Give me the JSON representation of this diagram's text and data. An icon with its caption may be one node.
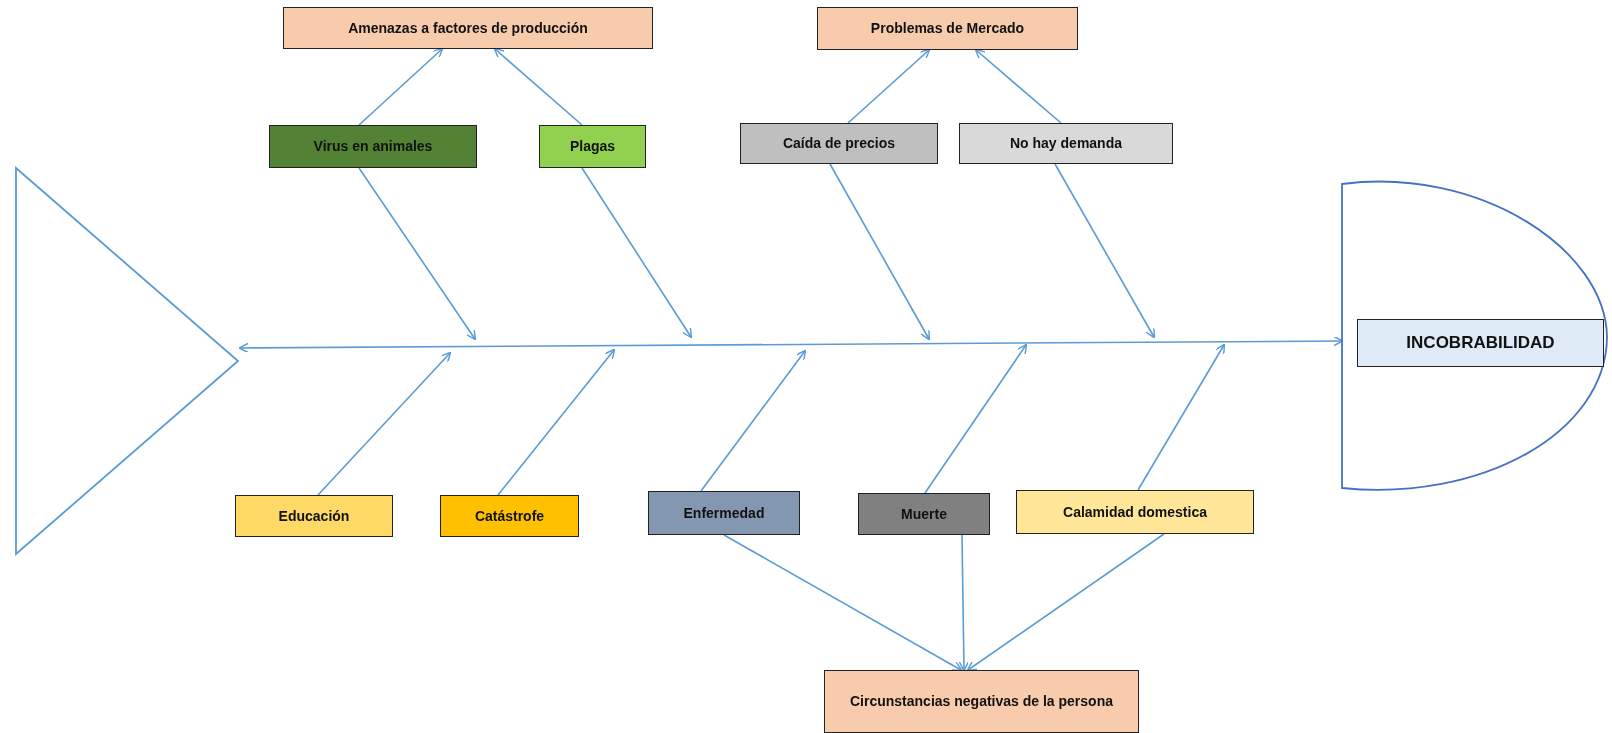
{
  "diagram": {
    "nodes": [
      {
        "text": [
          "Amenazas a factores de producción"
        ]
      },
      {
        "text": [
          "Problemas de Mercado"
        ]
      },
      {
        "text": [
          "Virus en animales"
        ]
      },
      {
        "text": [
          "Plagas"
        ]
      },
      {
        "text": [
          "Caída de precios"
        ]
      },
      {
        "text": [
          "No hay demanda"
        ]
      },
      {
        "text": [],
        "shape": "triangle"
      },
      {
        "text": [],
        "shape": "semicircle"
      },
      {
        "text": [
          "INCOBRABILIDAD"
        ],
        "in": 7
      },
      {
        "text": [
          "Educación"
        ]
      },
      {
        "text": [
          "Catástrofe"
        ]
      },
      {
        "text": [
          "Enfermedad"
        ]
      },
      {
        "text": [
          "Muerte"
        ]
      },
      {
        "text": [
          "Calamidad domestica"
        ]
      },
      {
        "text": [
          "Circunstancias negativas de la persona"
        ]
      }
    ],
    "edges": [
      {
        "from": 2,
        "to": 0,
        "arrow": "to"
      },
      {
        "from": 3,
        "to": 0,
        "arrow": "to"
      },
      {
        "from": 4,
        "to": 1,
        "arrow": "to"
      },
      {
        "from": 5,
        "to": 1,
        "arrow": "to"
      },
      {
        "from": 2,
        "to": null,
        "arrow": "to"
      },
      {
        "from": 3,
        "to": null,
        "arrow": "to"
      },
      {
        "from": 4,
        "to": null,
        "arrow": "to"
      },
      {
        "from": 5,
        "to": null,
        "arrow": "to"
      },
      {
        "from": 6,
        "to": 7,
        "arrow": "both"
      },
      {
        "from": 9,
        "to": null,
        "arrow": "to"
      },
      {
        "from": 10,
        "to": null,
        "arrow": "to"
      },
      {
        "from": 11,
        "to": null,
        "arrow": "to"
      },
      {
        "from": 12,
        "to": null,
        "arrow": "to"
      },
      {
        "from": 13,
        "to": null,
        "arrow": "to"
      },
      {
        "from": 11,
        "to": 14,
        "arrow": "to"
      },
      {
        "from": 12,
        "to": 14,
        "arrow": "to"
      },
      {
        "from": 13,
        "to": 14,
        "arrow": "to"
      }
    ]
  }
}
